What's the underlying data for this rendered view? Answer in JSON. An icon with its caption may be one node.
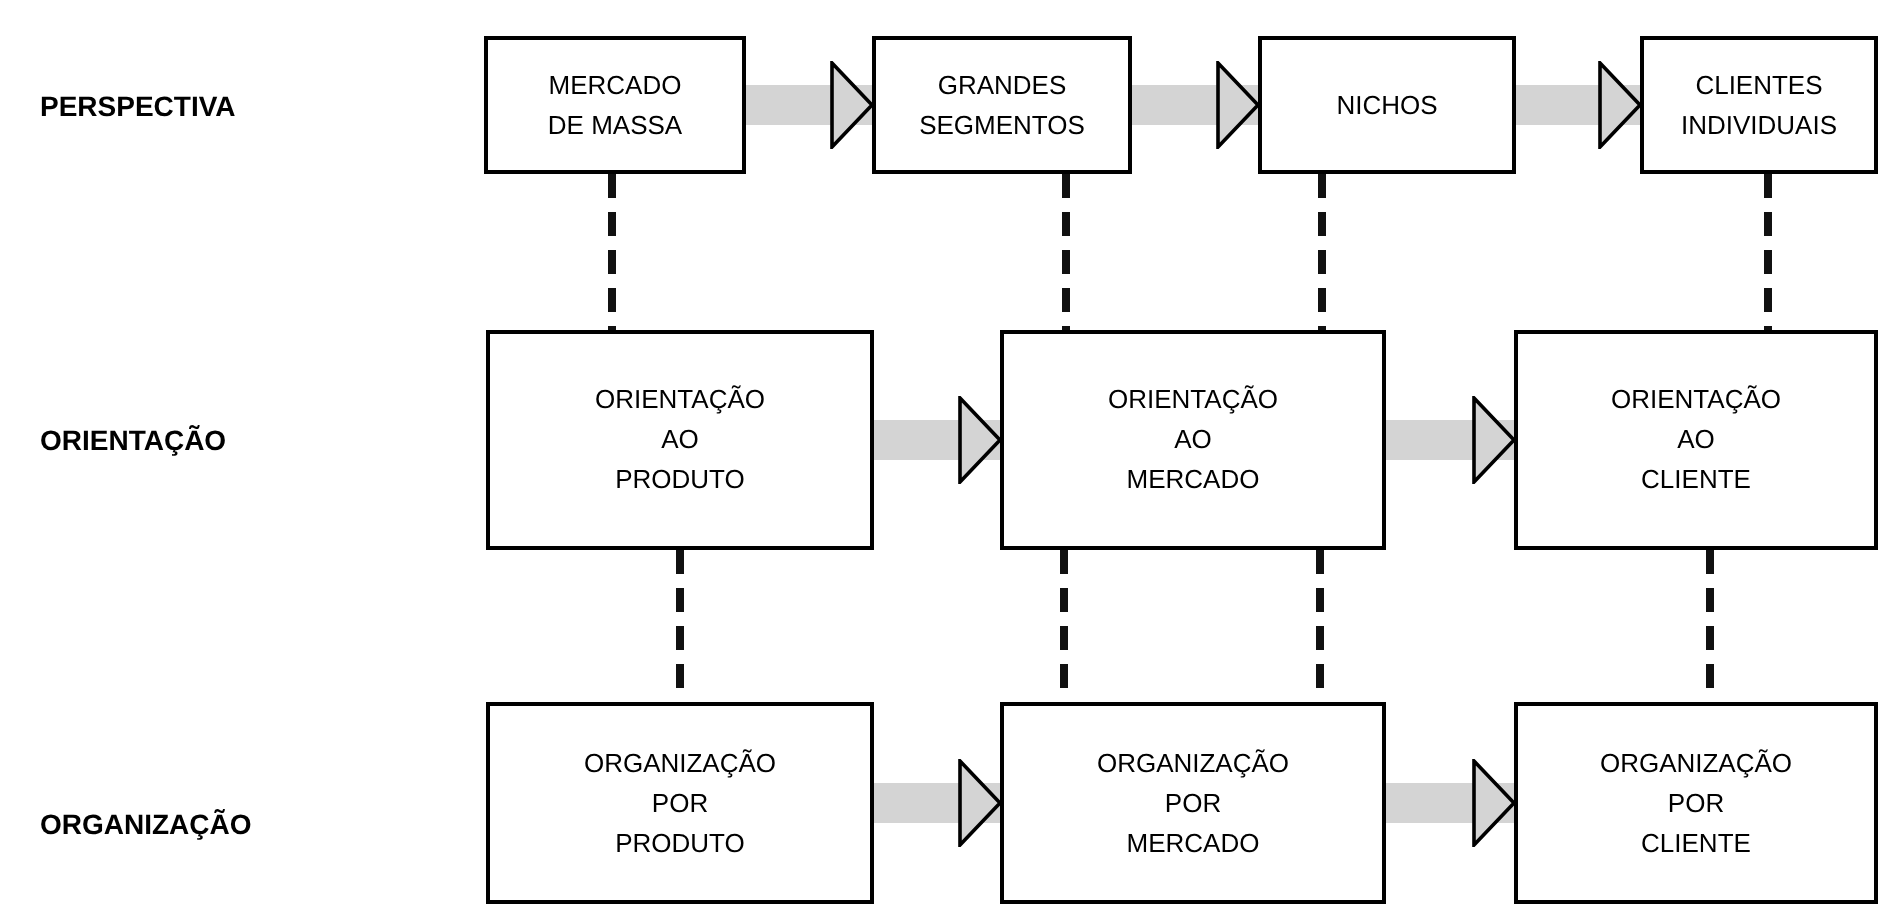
{
  "diagram": {
    "nodes": [
      {
        "text": [
          "MERCADO DE MASSA"
        ]
      },
      {
        "text": [
          "GRANDES SEGMENTOS"
        ]
      },
      {
        "text": [
          "NICHOS"
        ]
      },
      {
        "text": [
          "CLIENTES INDIVIDUAIS"
        ]
      },
      {
        "text": [
          "ORIENTAÇÃO AO PRODUTO"
        ]
      },
      {
        "text": [
          "ORIENTAÇÃO AO MERCADO"
        ]
      },
      {
        "text": [
          "ORIENTAÇÃO AO CLIENTE"
        ]
      },
      {
        "text": [
          "ORGANIZAÇÃO POR PRODUTO"
        ]
      },
      {
        "text": [
          "ORGANIZAÇÃO POR MERCADO"
        ]
      },
      {
        "text": [
          "ORGANIZAÇÃO POR CLIENTE"
        ]
      }
    ],
    "edges": [
      {
        "from": 0,
        "to": 1,
        "arrow": "to",
        "style": "thick",
        "color": "#d4d4d4"
      },
      {
        "from": 1,
        "to": 2,
        "arrow": "to",
        "style": "thick",
        "color": "#d4d4d4"
      },
      {
        "from": 2,
        "to": 3,
        "arrow": "to",
        "style": "thick",
        "color": "#d4d4d4"
      },
      {
        "from": 4,
        "to": 5,
        "arrow": "to",
        "style": "thick",
        "color": "#d4d4d4"
      },
      {
        "from": 5,
        "to": 6,
        "arrow": "to",
        "style": "thick",
        "color": "#d4d4d4"
      },
      {
        "from": 7,
        "to": 8,
        "arrow": "to",
        "style": "thick",
        "color": "#d4d4d4"
      },
      {
        "from": 8,
        "to": 9,
        "arrow": "to",
        "style": "thick",
        "color": "#d4d4d4"
      },
      {
        "from": 0,
        "to": 4,
        "arrow": "none",
        "style": "dashed"
      },
      {
        "from": 1,
        "to": 5,
        "arrow": "none",
        "style": "dashed"
      },
      {
        "from": 2,
        "to": 5,
        "arrow": "none",
        "style": "dashed"
      },
      {
        "from": 3,
        "to": 6,
        "arrow": "none",
        "style": "dashed"
      },
      {
        "from": 4,
        "to": 7,
        "arrow": "none",
        "style": "dashed"
      },
      {
        "from": 5,
        "to": 8,
        "arrow": "none",
        "style": "dashed"
      },
      {
        "from": 5,
        "to": 8,
        "arrow": "none",
        "style": "dashed"
      },
      {
        "from": 6,
        "to": 9,
        "arrow": "none",
        "style": "dashed"
      }
    ],
    "labels": [
      "PERSPECTIVA",
      "ORIENTAÇÃO",
      "ORGANIZAÇÃO"
    ]
  }
}
